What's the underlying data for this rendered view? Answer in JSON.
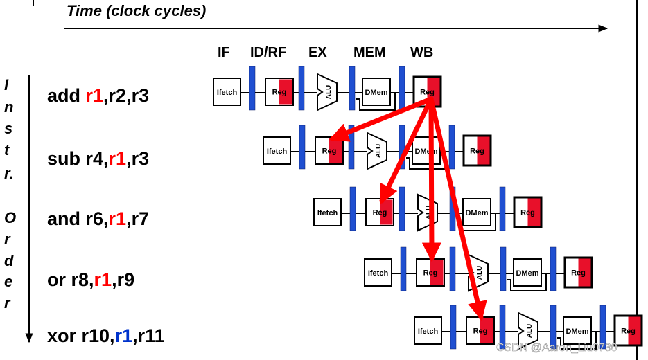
{
  "time_axis": {
    "label": "Time (clock cycles)"
  },
  "stages": [
    "IF",
    "ID/RF",
    "EX",
    "MEM",
    "WB"
  ],
  "order_label": [
    "I",
    "n",
    "s",
    "t",
    "r.",
    "O",
    "r",
    "d",
    "e",
    "r"
  ],
  "unit_labels": {
    "ifetch": "Ifetch",
    "reg": "Reg",
    "alu": "ALU",
    "dmem": "DMem"
  },
  "instructions": [
    {
      "parts": [
        {
          "text": "add ",
          "color": "#000000"
        },
        {
          "text": "r1",
          "color": "#ff0000"
        },
        {
          "text": ",r2,r3",
          "color": "#000000"
        }
      ]
    },
    {
      "parts": [
        {
          "text": "sub r4,",
          "color": "#000000"
        },
        {
          "text": "r1",
          "color": "#ff0000"
        },
        {
          "text": ",r3",
          "color": "#000000"
        }
      ]
    },
    {
      "parts": [
        {
          "text": "and r6,",
          "color": "#000000"
        },
        {
          "text": "r1",
          "color": "#ff0000"
        },
        {
          "text": ",r7",
          "color": "#000000"
        }
      ]
    },
    {
      "parts": [
        {
          "text": "or  r8,",
          "color": "#000000"
        },
        {
          "text": "r1",
          "color": "#ff0000"
        },
        {
          "text": ",r9",
          "color": "#000000"
        }
      ]
    },
    {
      "parts": [
        {
          "text": "xor r10,",
          "color": "#000000"
        },
        {
          "text": "r1",
          "color": "#0033cc"
        },
        {
          "text": ",r11",
          "color": "#000000"
        }
      ]
    }
  ],
  "colors": {
    "register_bar": "#1f4fd1",
    "reg_fill": "#e8102a",
    "arrow": "#ff0000"
  },
  "watermark": "CSDN @Aaron_Liu0730"
}
